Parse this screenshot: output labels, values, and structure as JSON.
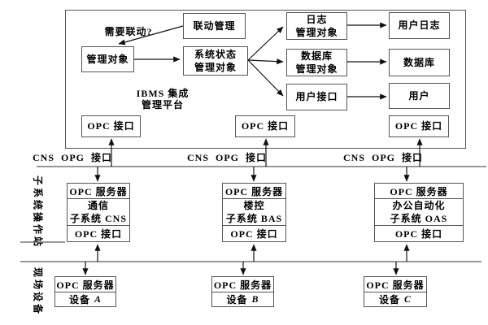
{
  "platform": {
    "title": [
      "IBMS 集成",
      "管理平台"
    ],
    "question": "需要联动?",
    "linkage": "联动管理",
    "managed_object": "管理对象",
    "system_status": [
      "系统状态",
      "管理对象"
    ],
    "log_manager": [
      "日志",
      "管理对象"
    ],
    "db_manager": [
      "数据库",
      "管理对象"
    ],
    "user_interface": "用户接口",
    "user_log": "用户日志",
    "database": "数据库",
    "user": "用户",
    "opc_interface": "OPC 接口"
  },
  "bus": {
    "label": "CNS OPG 接口"
  },
  "layer_labels": {
    "subsystem": "子系统操作站",
    "field": "现场设备"
  },
  "subsystems": [
    {
      "server": "OPC 服务器",
      "name": [
        "通信",
        "子系统 CNS"
      ],
      "interface": "OPC 接口"
    },
    {
      "server": "OPC 服务器",
      "name": [
        "楼控",
        "子系统 BAS"
      ],
      "interface": "OPC 接口"
    },
    {
      "server": "OPC 服务器",
      "name": [
        "办公自动化",
        "子系统 OAS"
      ],
      "interface": "OPC 接口"
    }
  ],
  "devices": [
    {
      "server": "OPC 服务器",
      "prefix": "设备",
      "letter": "A"
    },
    {
      "server": "OPC 服务器",
      "prefix": "设备",
      "letter": "B"
    },
    {
      "server": "OPC 服务器",
      "prefix": "设备",
      "letter": "C"
    }
  ],
  "colors": {
    "line": "#777777",
    "arrow": "#111111",
    "text": "#000000"
  }
}
